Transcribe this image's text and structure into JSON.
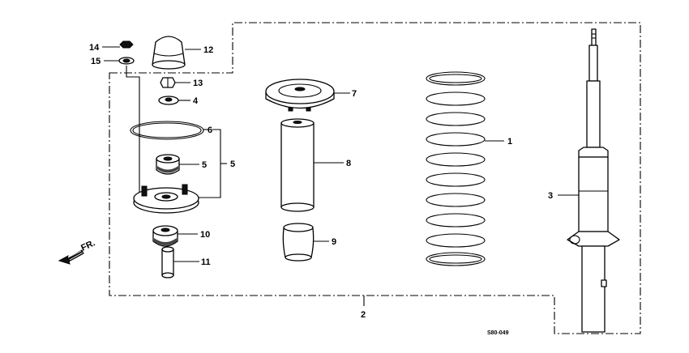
{
  "parts": [
    {
      "id": "p1",
      "label": "1"
    },
    {
      "id": "p2",
      "label": "2"
    },
    {
      "id": "p3",
      "label": "3"
    },
    {
      "id": "p4",
      "label": "4"
    },
    {
      "id": "p5a",
      "label": "5"
    },
    {
      "id": "p5b",
      "label": "5"
    },
    {
      "id": "p6",
      "label": "6"
    },
    {
      "id": "p7",
      "label": "7"
    },
    {
      "id": "p8",
      "label": "8"
    },
    {
      "id": "p9",
      "label": "9"
    },
    {
      "id": "p10",
      "label": "10"
    },
    {
      "id": "p11",
      "label": "11"
    },
    {
      "id": "p12",
      "label": "12"
    },
    {
      "id": "p13",
      "label": "13"
    },
    {
      "id": "p14",
      "label": "14"
    },
    {
      "id": "p15",
      "label": "15"
    }
  ],
  "direction_label": "FR.",
  "diagram_code": "S80-049"
}
